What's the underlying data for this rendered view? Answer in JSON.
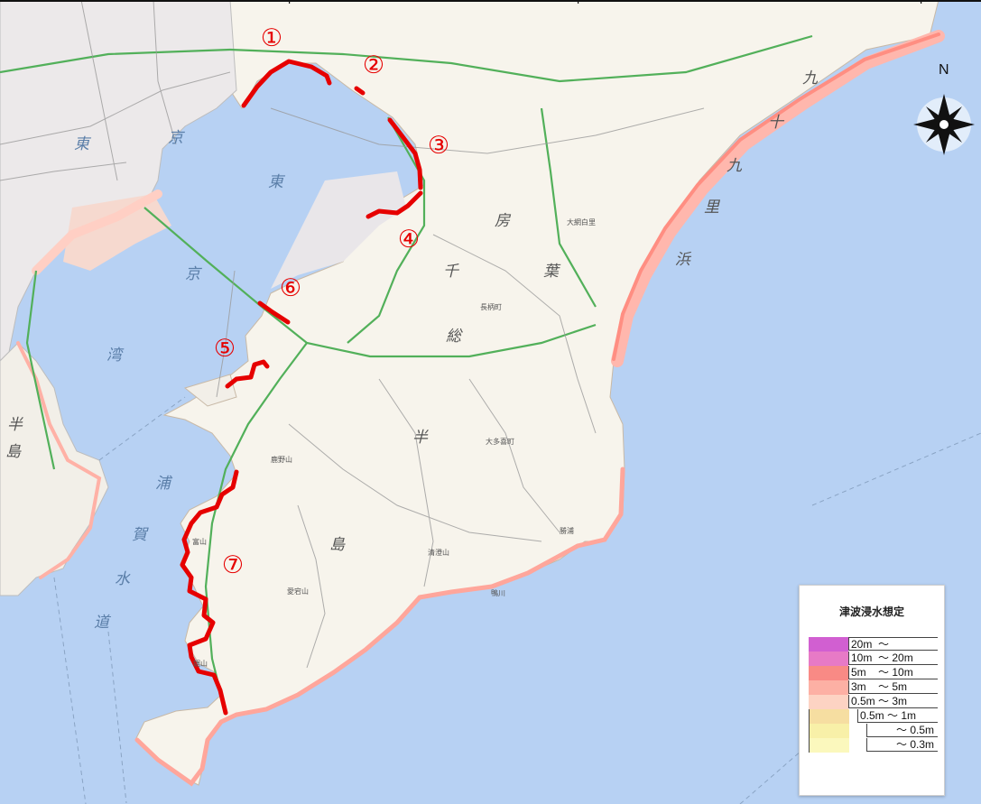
{
  "map": {
    "colors": {
      "sea": "#b7d1f3",
      "land": "#f7f4ec",
      "urban": "#e9e6e9",
      "expressway": "#4caf50",
      "coast_high": "#ff9a8f",
      "coast_low": "#ffcfc8",
      "highlight": "#e60000"
    },
    "sea_labels": [
      "東",
      "京",
      "湾",
      "浦",
      "賀",
      "水",
      "道",
      "東",
      "京"
    ],
    "land_labels": [
      "房",
      "総",
      "半",
      "島",
      "千",
      "葉",
      "九",
      "十",
      "九",
      "里",
      "浜",
      "半",
      "島"
    ],
    "place_labels": [
      "鋸山",
      "富山",
      "鹿野山",
      "愛宕山",
      "清澄山",
      "大多喜町",
      "長柄町",
      "大網白里",
      "勝浦",
      "鴨川"
    ]
  },
  "markers": [
    "①",
    "②",
    "③",
    "④",
    "⑤",
    "⑥",
    "⑦"
  ],
  "compass": {
    "north_label": "N",
    "icon": "compass-rose-icon"
  },
  "legend": {
    "title": "津波浸水想定",
    "items": [
      {
        "label": "20m  〜",
        "color": "#d15fd1",
        "indent": 0
      },
      {
        "label": "10m  〜 20m",
        "color": "#e77ac6",
        "indent": 0
      },
      {
        "label": "5m    〜 10m",
        "color": "#f98a85",
        "indent": 0
      },
      {
        "label": "3m    〜 5m",
        "color": "#fdb0a4",
        "indent": 0
      },
      {
        "label": "0.5m 〜 3m",
        "color": "#fdd3c3",
        "indent": 0
      },
      {
        "label": "0.5m 〜 1m",
        "color": "#f6dea1",
        "indent": 1
      },
      {
        "label": "         〜 0.5m",
        "color": "#f8f0a8",
        "indent": 2
      },
      {
        "label": "         〜 0.3m",
        "color": "#fbf8bd",
        "indent": 2
      }
    ]
  }
}
